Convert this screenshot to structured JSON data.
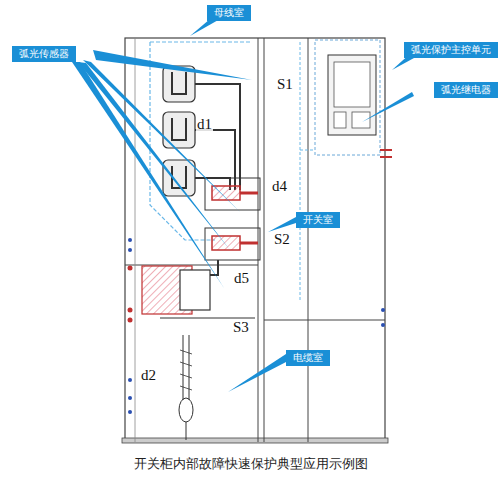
{
  "diagram": {
    "caption": "开关柜内部故障快速保护典型应用示例图",
    "nodes": [
      {
        "text": [
          "母线室"
        ]
      },
      {
        "text": [
          "弧光传感器"
        ]
      },
      {
        "text": [
          "弧光保护主控单元"
        ]
      },
      {
        "text": [
          "弧光继电器"
        ]
      },
      {
        "text": [
          "开关室"
        ]
      },
      {
        "text": [
          "电缆室"
        ]
      }
    ],
    "labels": [
      "S1",
      "d1",
      "d4",
      "S2",
      "d5",
      "S3",
      "d2"
    ]
  }
}
